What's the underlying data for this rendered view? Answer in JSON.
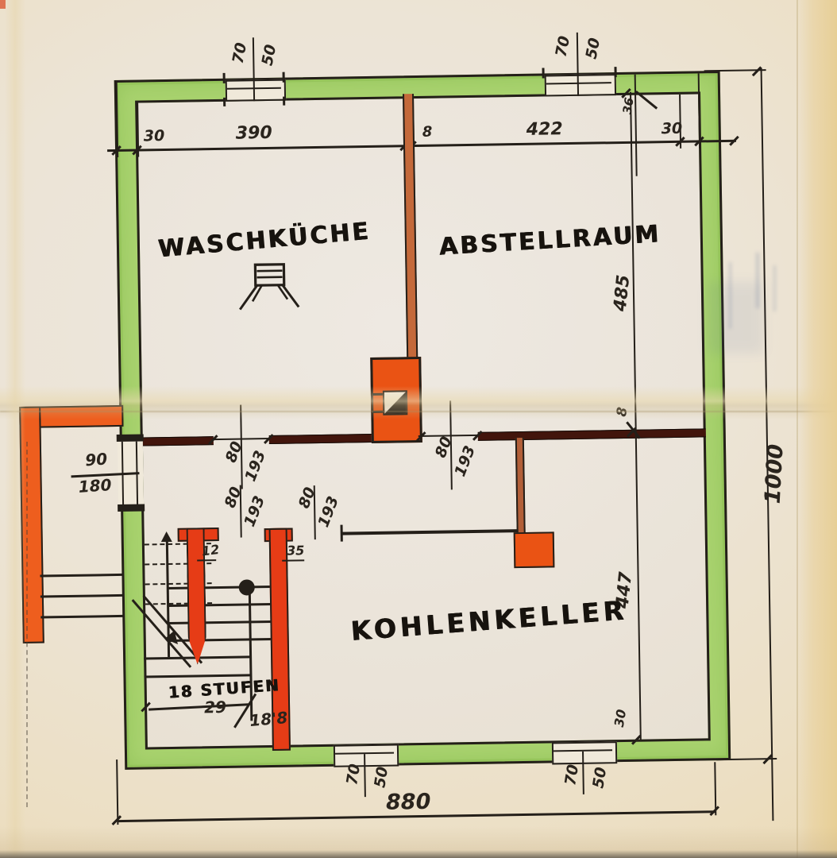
{
  "rooms": {
    "waschkueche": "WASCHKÜCHE",
    "abstellraum": "ABSTELLRAUM",
    "kohlenkeller": "KOHLENKELLER"
  },
  "stairs": {
    "count_note": "18 STUFEN",
    "tread": "29",
    "riser": "18'8",
    "wall_thin": "12",
    "wall_mid": "35"
  },
  "dims": {
    "top_row": [
      "30",
      "390",
      "8",
      "422",
      "30"
    ],
    "window_w": "70",
    "window_h": "50",
    "corner_offset": "36",
    "right_upper": "485",
    "wall8": "8",
    "right_lower": "447",
    "wall30": "30",
    "outer_height": "1000",
    "outer_width": "880",
    "entry_w": "90",
    "entry_h": "180",
    "door_w": "80",
    "door_h": "193"
  },
  "colors": {
    "wall_green": "#a9d36f",
    "accent_orange": "#ea5314",
    "ink": "#241f19",
    "paper": "#f0e9da",
    "wall_dark": "#42150c"
  }
}
